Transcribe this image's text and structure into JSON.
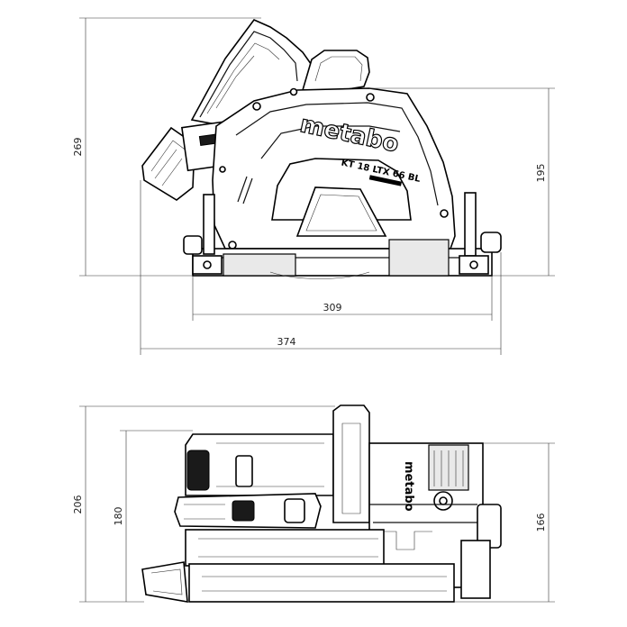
{
  "side_view": {
    "brand": "metabo",
    "model": "KT 18 LTX 66 BL",
    "dimensions": {
      "total_height": "269",
      "height_to_motor": "195",
      "base_length": "309",
      "total_length": "374"
    }
  },
  "top_view": {
    "brand": "metabo",
    "dimensions": {
      "total_depth": "206",
      "body_depth": "180",
      "guide_depth": "166"
    }
  },
  "colors": {
    "line": "#000000",
    "dimension_line": "#333333",
    "background": "#ffffff"
  }
}
